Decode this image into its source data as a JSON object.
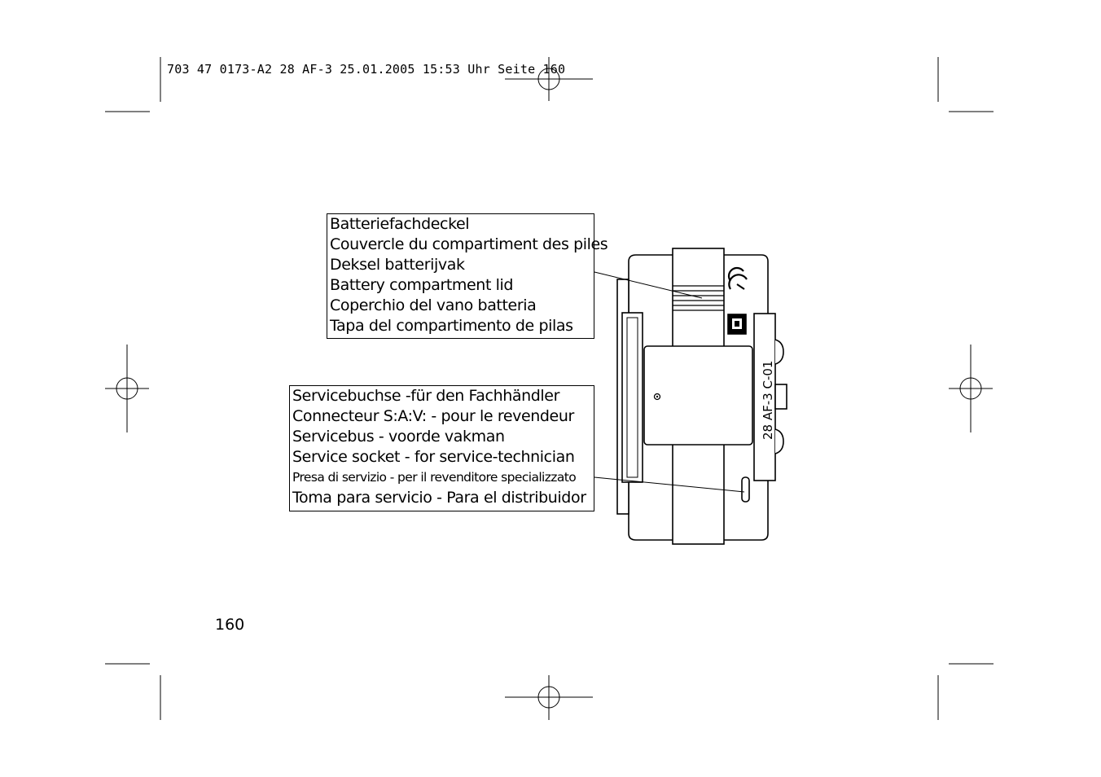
{
  "header": {
    "print_info": "703 47 0173-A2  28 AF-3  25.01.2005  15:53 Uhr  Seite 160"
  },
  "labels": {
    "battery_lid": [
      "Batteriefachdeckel",
      "Couvercle du compartiment des piles",
      "Deksel batterijvak",
      "Battery compartment lid",
      "Coperchio del vano batteria",
      "Tapa del compartimento de pilas"
    ],
    "service_socket": [
      "Servicebuchse -für den Fachhändler",
      "Connecteur S:A:V: - pour le revendeur",
      "Servicebus - voorde vakman",
      "Service socket - for service-technician",
      "Presa di servizio - per il revenditore specializzato",
      "Toma para servicio - Para el distribuidor"
    ]
  },
  "device": {
    "imprint": "28 AF-3 C-01"
  },
  "page_number": "160"
}
